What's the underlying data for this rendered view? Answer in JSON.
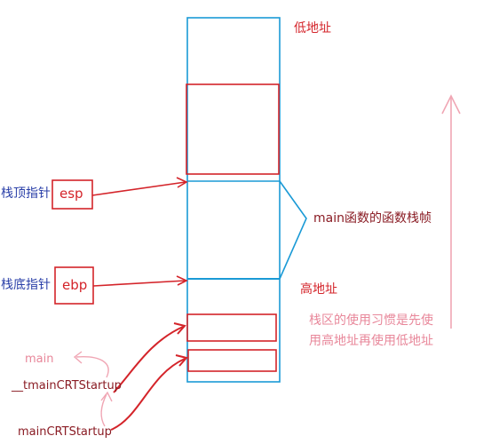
{
  "labels": {
    "low_address": "低地址",
    "high_address": "高地址",
    "stack_top_pointer": "栈顶指针",
    "stack_bottom_pointer": "栈底指针",
    "esp": "esp",
    "ebp": "ebp",
    "main_frame": "main函数的函数栈帧",
    "main": "main",
    "tmain_crt_startup": "__tmainCRTStartup",
    "main_crt_startup": "mainCRTStartup",
    "usage_note": "栈区的使用习惯是先使用高地址再使用低地址"
  },
  "colors": {
    "stack_border": "#1a9ad6",
    "frame_red": "#d4242a",
    "pointer_blue": "#2a3fa8",
    "note_pink": "#e8879a"
  }
}
